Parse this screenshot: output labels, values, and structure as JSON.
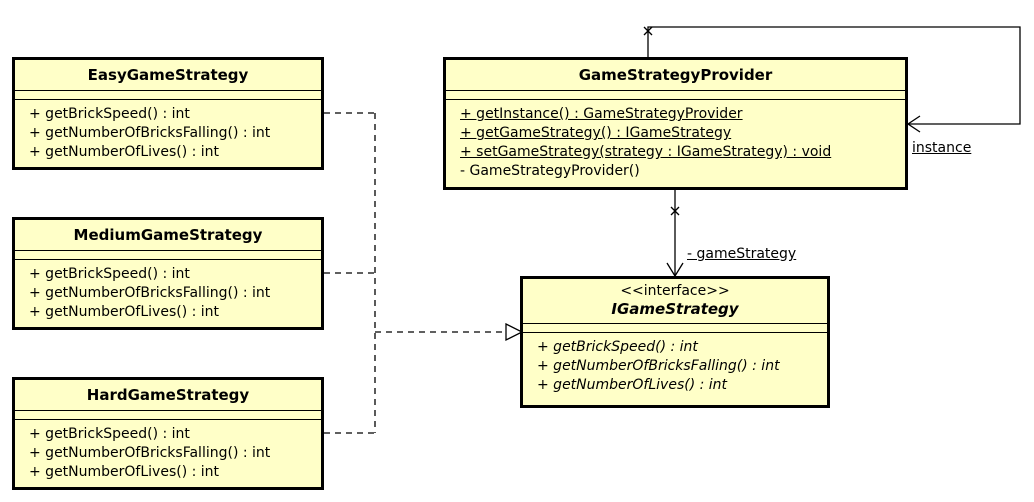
{
  "classes": {
    "easy": {
      "name": "EasyGameStrategy",
      "operations": [
        "+ getBrickSpeed() : int",
        "+ getNumberOfBricksFalling() : int",
        "+ getNumberOfLives() : int"
      ]
    },
    "medium": {
      "name": "MediumGameStrategy",
      "operations": [
        "+ getBrickSpeed() : int",
        "+ getNumberOfBricksFalling() : int",
        "+ getNumberOfLives() : int"
      ]
    },
    "hard": {
      "name": "HardGameStrategy",
      "operations": [
        "+ getBrickSpeed() : int",
        "+ getNumberOfBricksFalling() : int",
        "+ getNumberOfLives() : int"
      ]
    },
    "provider": {
      "name": "GameStrategyProvider",
      "operations": [
        "+ getInstance() : GameStrategyProvider",
        "+ getGameStrategy() : IGameStrategy",
        "+ setGameStrategy(strategy : IGameStrategy) : void",
        "- GameStrategyProvider()"
      ]
    },
    "interface": {
      "stereotype": "<<interface>>",
      "name": "IGameStrategy",
      "operations": [
        "+ getBrickSpeed() : int",
        "+ getNumberOfBricksFalling() : int",
        "+ getNumberOfLives() : int"
      ]
    }
  },
  "roles": {
    "instance": "instance",
    "game_strategy": "- gameStrategy"
  },
  "colors": {
    "class_fill": "#ffffc8",
    "line": "#000000"
  }
}
